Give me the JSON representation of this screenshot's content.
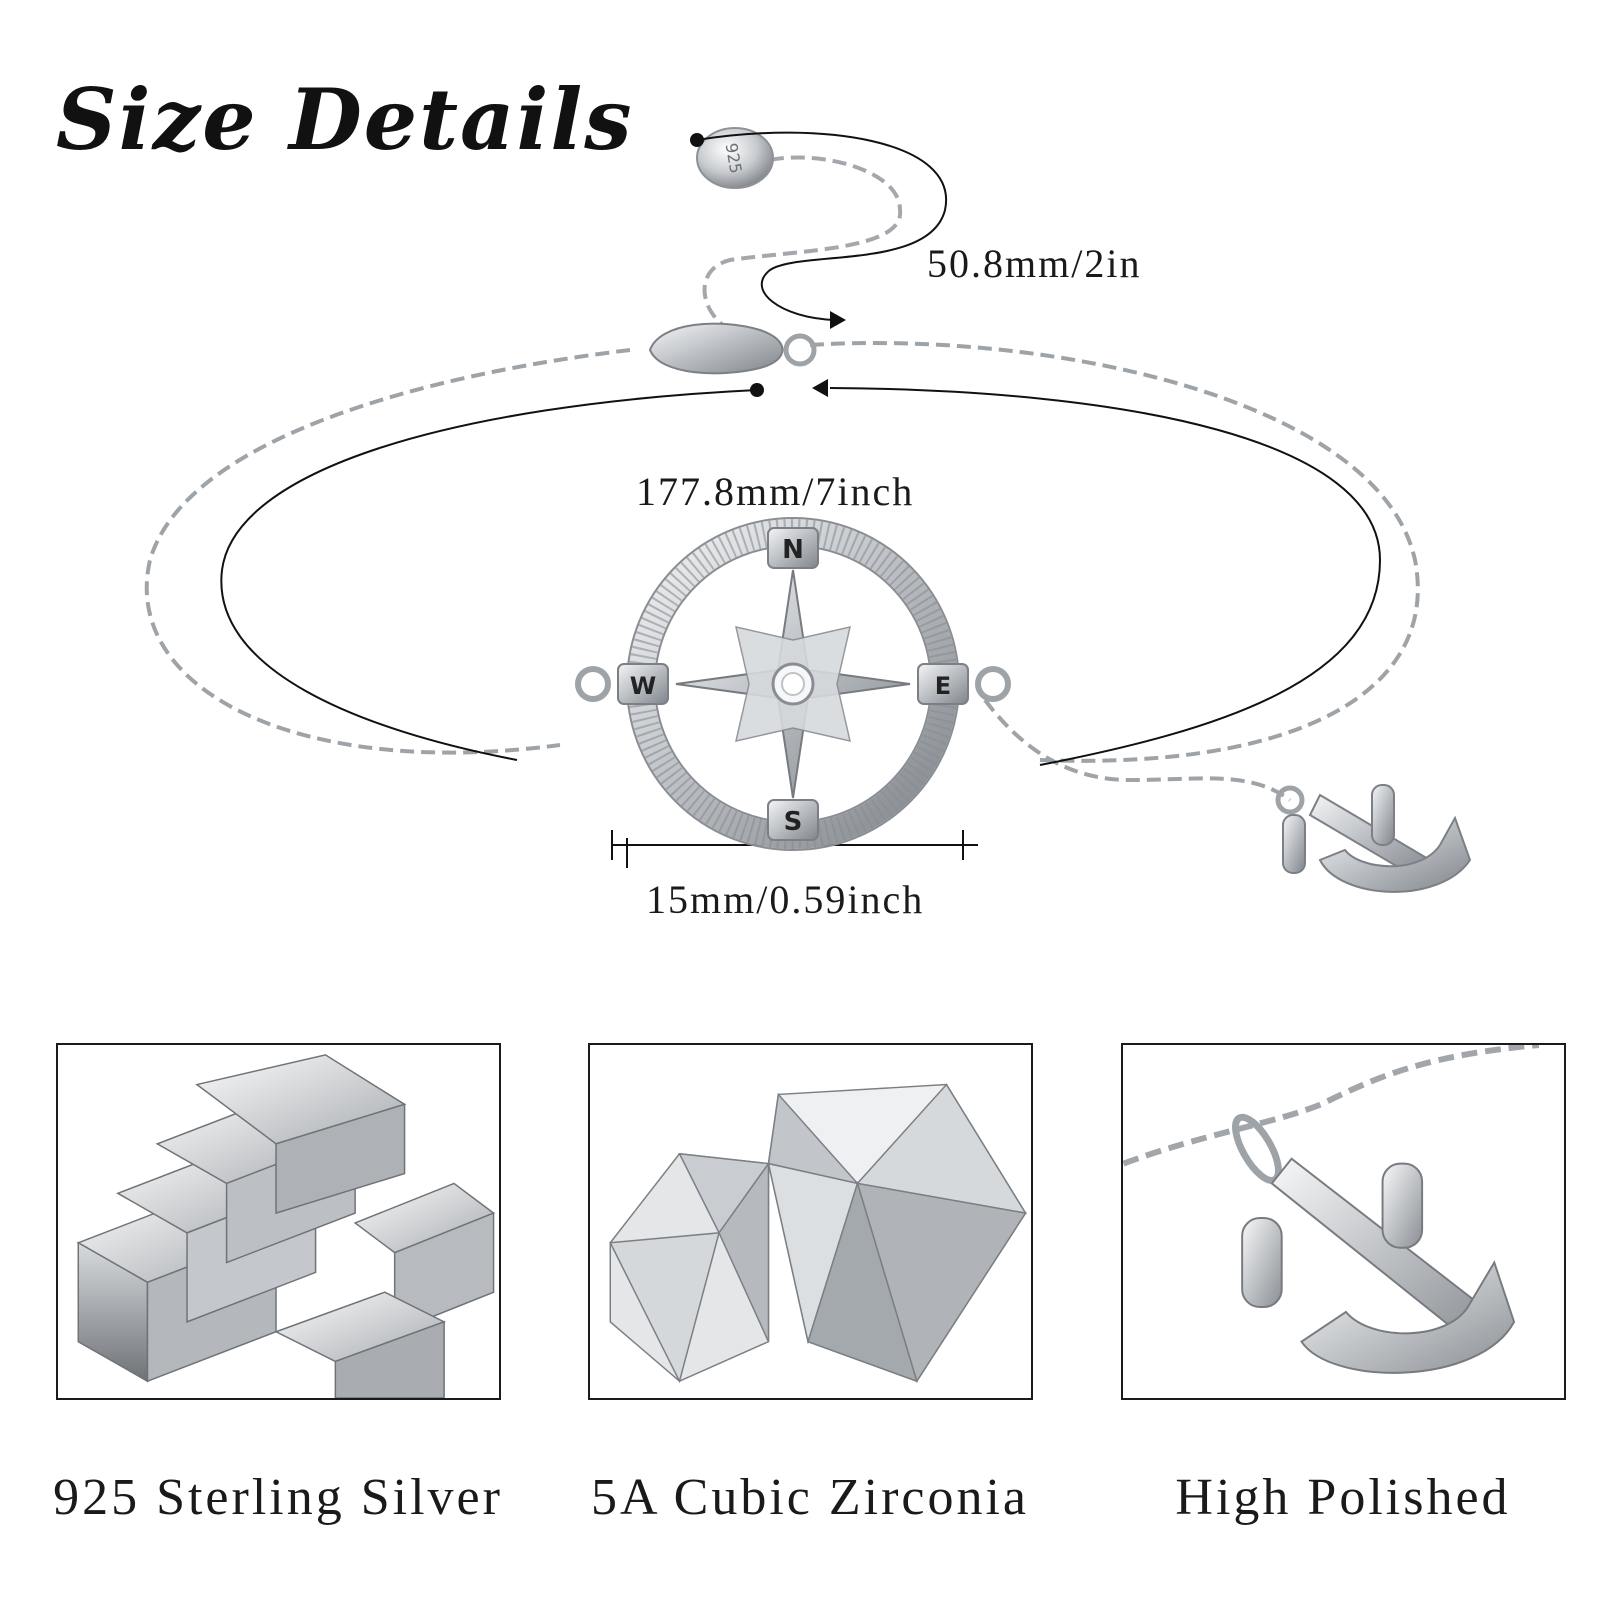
{
  "title": "Size Details",
  "measurements": {
    "extender": "50.8mm/2in",
    "chain_length": "177.8mm/7inch",
    "pendant_width": "15mm/0.59inch"
  },
  "compass_letters": {
    "n": "N",
    "s": "S",
    "e": "E",
    "w": "W"
  },
  "tag_stamp": "925",
  "features": [
    {
      "label": "925 Sterling Silver",
      "icon": "silver-bars-icon"
    },
    {
      "label": "5A Cubic Zirconia",
      "icon": "gemstone-icon"
    },
    {
      "label": "High Polished",
      "icon": "anchor-charm-icon"
    }
  ],
  "colors": {
    "text": "#111111",
    "silver": "#c9ccd0",
    "frame": "#1b1b1b"
  }
}
